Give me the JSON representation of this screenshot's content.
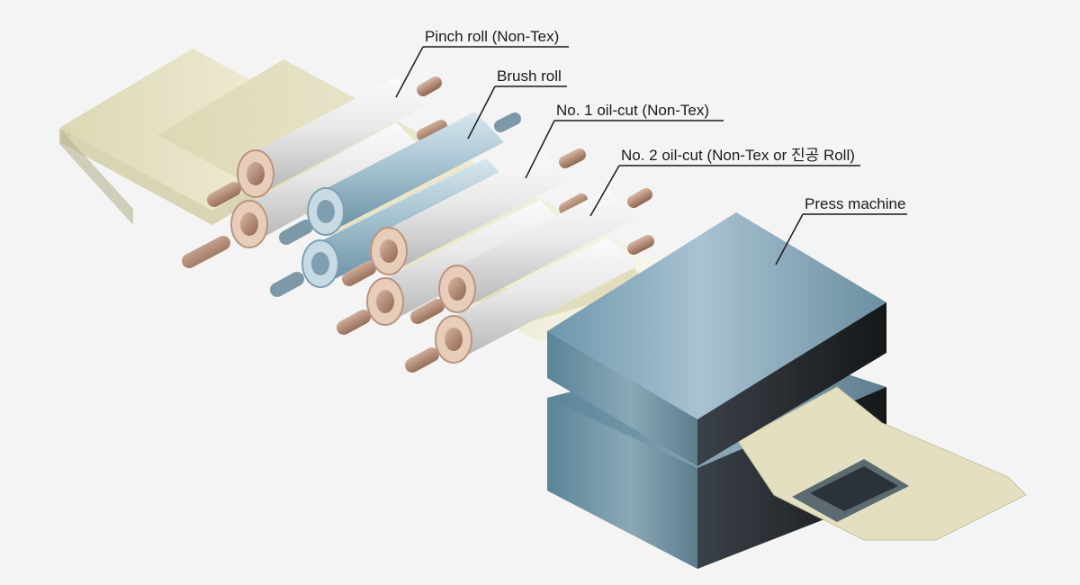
{
  "labels": {
    "pinch_roll": "Pinch roll (Non-Tex)",
    "brush_roll": "Brush roll",
    "oil_cut_1": "No. 1 oil-cut (Non-Tex)",
    "oil_cut_2": "No. 2 oil-cut (Non-Tex or 진공 Roll)",
    "press_machine": "Press machine"
  },
  "colors": {
    "background": "#f4f4f4",
    "sheet": "#e8e4c4",
    "white_roll": "#e6e6e6",
    "brush_roll": "#a8c4d2",
    "roll_shaft": "#b98a70",
    "press_top": "#8eaec0",
    "press_side": "#2a2e32",
    "leader_line": "#1a1a1a"
  }
}
